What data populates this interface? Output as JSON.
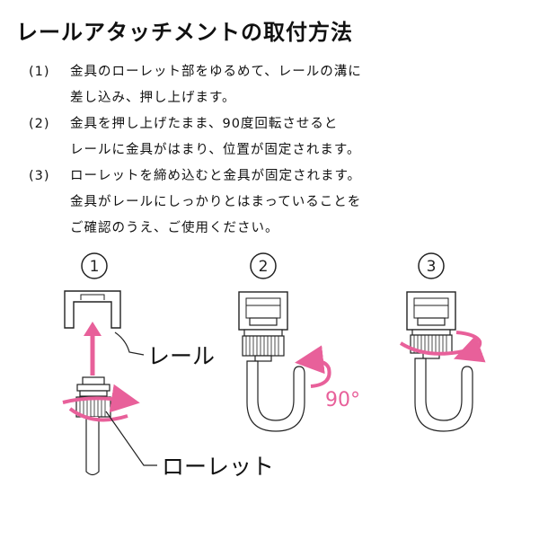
{
  "title": "レールアタッチメントの取付方法",
  "steps": [
    {
      "num": "(1)",
      "lines": [
        "金具のローレット部をゆるめて、レールの溝に",
        "差し込み、押し上げます。"
      ]
    },
    {
      "num": "(2)",
      "lines": [
        "金具を押し上げたまま、90度回転させると",
        "レールに金具がはまり、位置が固定されます。"
      ]
    },
    {
      "num": "(3)",
      "lines": [
        "ローレットを締め込むと金具が固定されます。",
        "金具がレールにしっかりとはまっていることを",
        "ご確認のうえ、ご使用ください。"
      ]
    }
  ],
  "figure": {
    "step_labels": [
      "1",
      "2",
      "3"
    ],
    "rail_label": "レール",
    "knurl_label": "ローレット",
    "rotation_label": "90°",
    "accent_color": "#e8609a"
  }
}
